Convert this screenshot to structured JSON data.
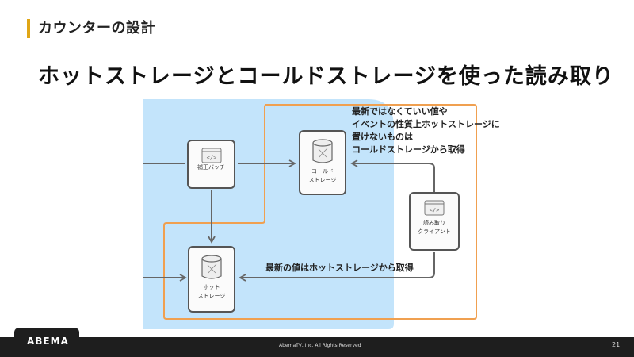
{
  "header": {
    "section_title": "カウンターの設計",
    "slide_title": "ホットストレージとコールドストレージを使った読み取り",
    "accent_color": "#e0a616"
  },
  "diagram": {
    "regions": {
      "blue_zone_color": "#c3e4fb",
      "orange_outline_color": "#f0a050"
    },
    "nodes": {
      "patch": {
        "label": "補正バッチ",
        "icon": "code-window-icon"
      },
      "cold_storage": {
        "label": "コールド\nストレージ",
        "icon": "database-icon"
      },
      "hot_storage": {
        "label": "ホット\nストレージ",
        "icon": "database-icon"
      },
      "client": {
        "label": "読み取り\nクライアント",
        "icon": "code-window-icon"
      }
    },
    "annotations": {
      "cold_note": "最新ではなくていい値や\nイベントの性質上ホットストレージに\n置けないものは\nコールドストレージから取得",
      "hot_note": "最新の値はホットストレージから取得"
    }
  },
  "footer": {
    "logo": "ABEMA",
    "copyright": "AbemaTV, Inc. All Rights Reserved",
    "page_number": "21"
  }
}
